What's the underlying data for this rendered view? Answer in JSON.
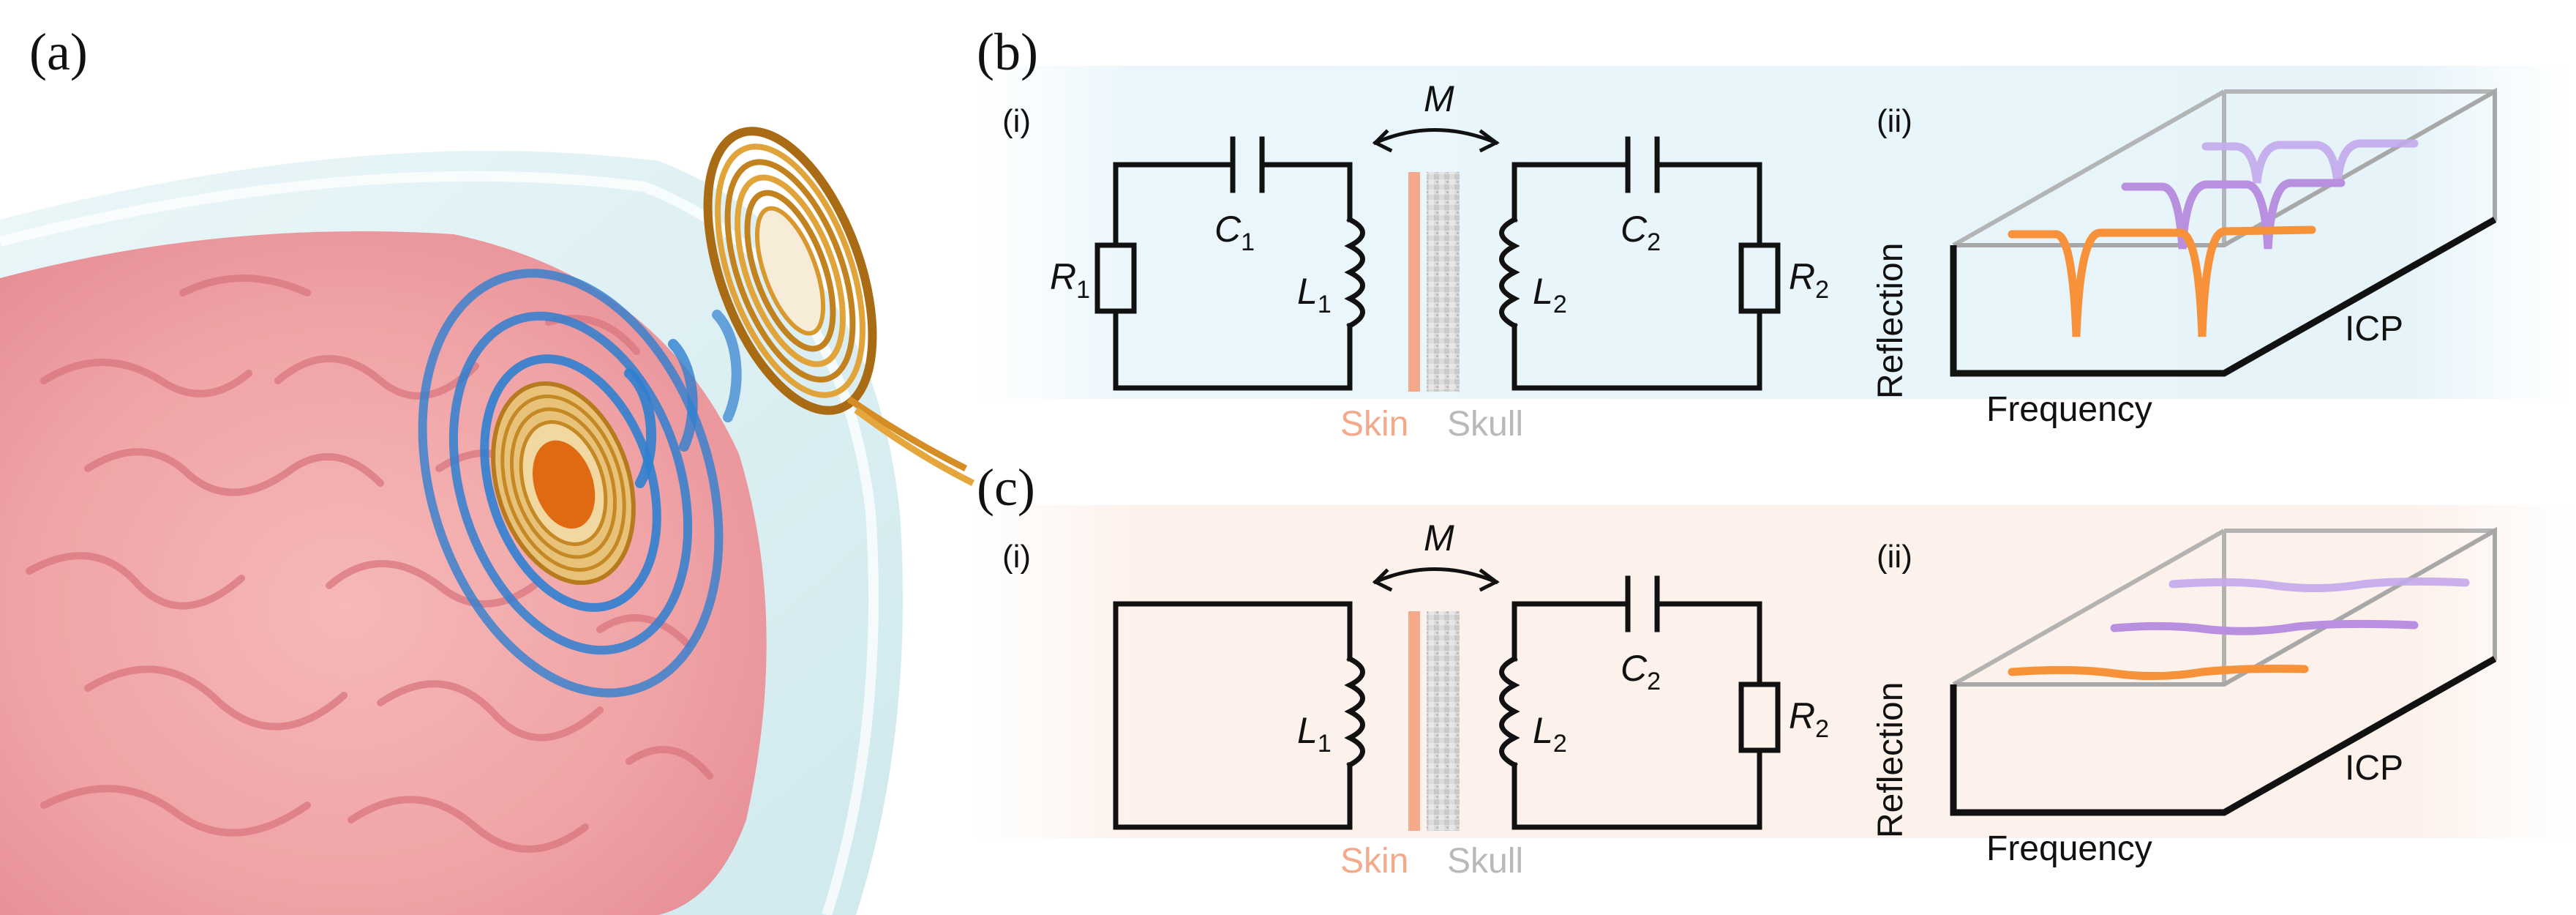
{
  "panels": {
    "a": {
      "label": "(a)"
    },
    "b": {
      "label": "(b)",
      "i": {
        "label": "(i)",
        "mutual": "M",
        "components": [
          {
            "sym": "C",
            "sub": "1"
          },
          {
            "sym": "R",
            "sub": "1"
          },
          {
            "sym": "L",
            "sub": "1"
          },
          {
            "sym": "L",
            "sub": "2"
          },
          {
            "sym": "C",
            "sub": "2"
          },
          {
            "sym": "R",
            "sub": "2"
          }
        ],
        "skin": "Skin",
        "skull": "Skull"
      },
      "ii": {
        "label": "(ii)",
        "ylabel": "Reflection",
        "xlabel": "Frequency",
        "zlabel": "ICP"
      }
    },
    "c": {
      "label": "(c)",
      "i": {
        "label": "(i)",
        "mutual": "M",
        "components": [
          {
            "sym": "L",
            "sub": "1"
          },
          {
            "sym": "L",
            "sub": "2"
          },
          {
            "sym": "C",
            "sub": "2"
          },
          {
            "sym": "R",
            "sub": "2"
          }
        ],
        "skin": "Skin",
        "skull": "Skull"
      },
      "ii": {
        "label": "(ii)",
        "ylabel": "Reflection",
        "xlabel": "Frequency",
        "zlabel": "ICP"
      }
    }
  },
  "colors": {
    "skin": "#f4a98a",
    "skull": "#b9b9b9",
    "orange_curve": "#f7923a",
    "purple_curve": "#b98fdf",
    "lavender_curve": "#c3a9ec",
    "panel_b_bg": "#eaf6fb",
    "panel_c_bg": "#fdf2ec",
    "wave_blue": "#2f7fd0",
    "coil_gold": "#d9962b"
  }
}
